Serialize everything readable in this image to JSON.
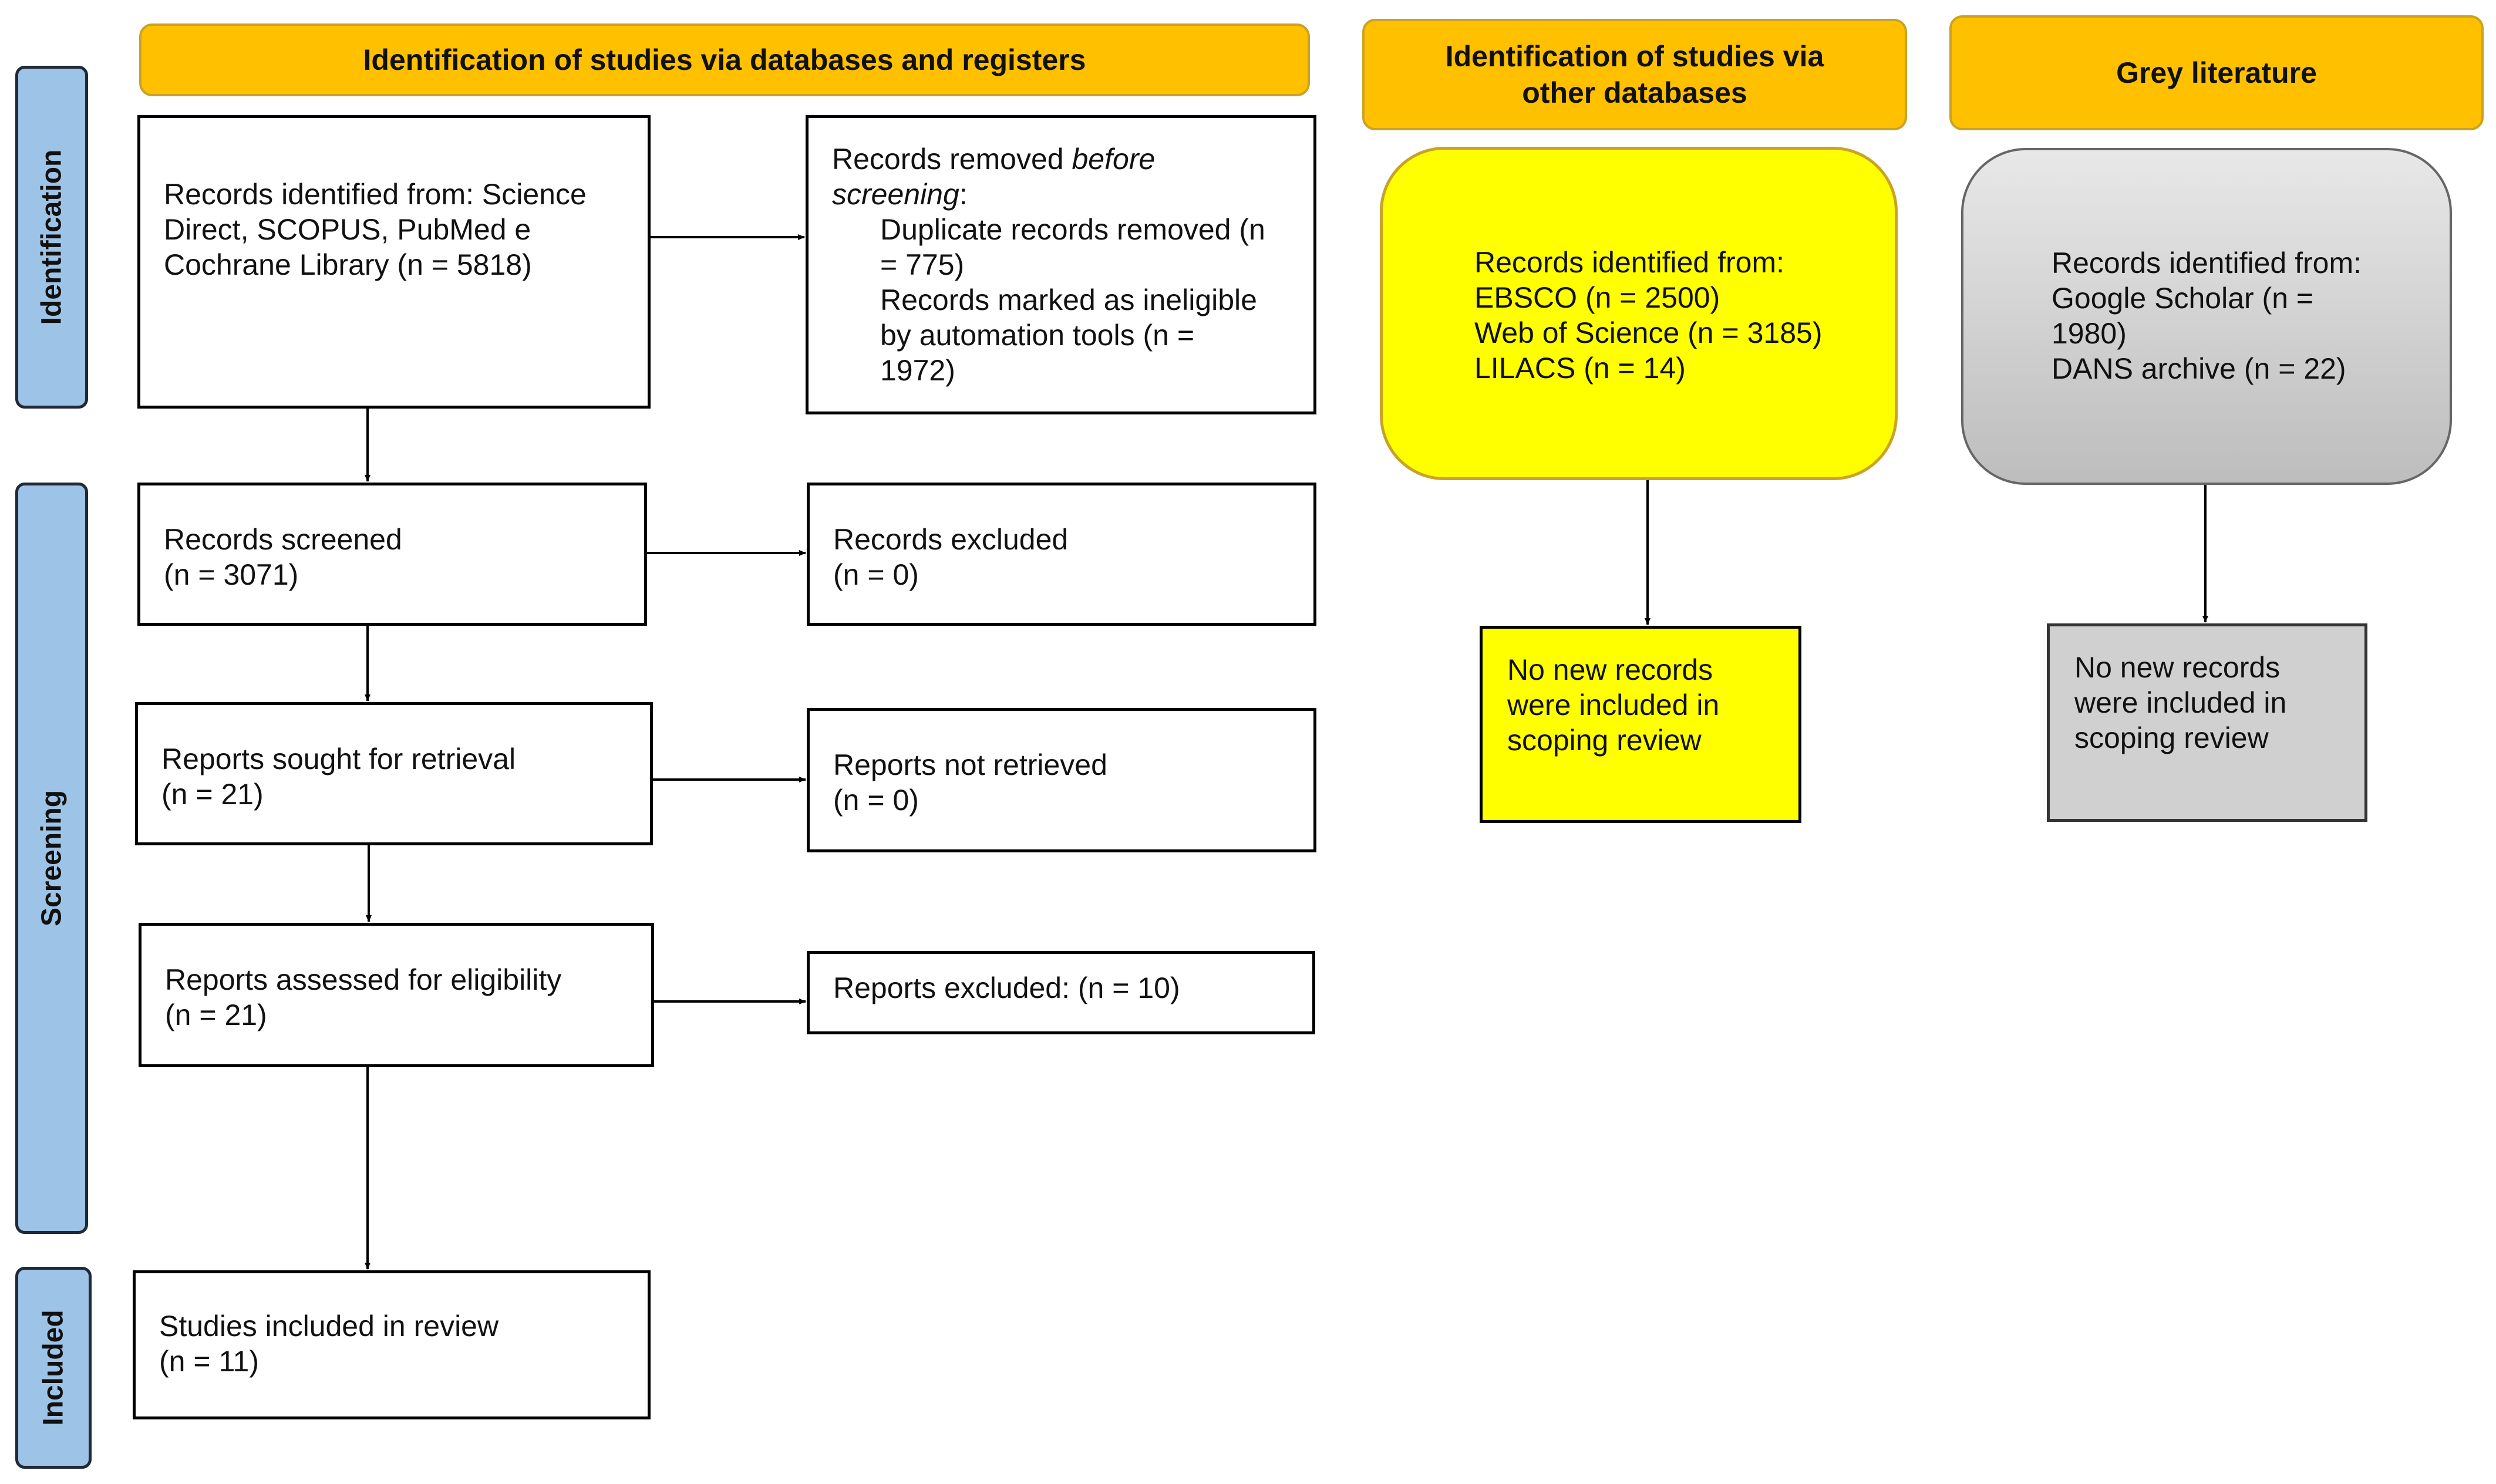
{
  "headers": {
    "databases": "Identification of studies via databases and registers",
    "other_databases": "Identification of studies via other databases",
    "grey": "Grey literature"
  },
  "phases": {
    "identification": "Identification",
    "screening": "Screening",
    "included": "Included"
  },
  "boxes": {
    "records_identified": [
      "Records identified from: Science",
      "Direct, SCOPUS, PubMed e",
      "Cochrane Library (n = 5818)"
    ],
    "removed": {
      "line1": "Records removed ",
      "line1_em": "before",
      "line2_em": "screening",
      "line2_suffix": ":",
      "items": [
        "Duplicate records removed (n",
        "= 775)",
        "Records marked as ineligible",
        "by automation tools (n =",
        "1972)"
      ]
    },
    "screened": [
      "Records screened",
      "(n = 3071)"
    ],
    "excluded": [
      "Records excluded",
      "(n = 0)"
    ],
    "sought": [
      "Reports sought for retrieval",
      "(n = 21)"
    ],
    "not_retrieved": [
      "Reports not retrieved",
      "(n = 0)"
    ],
    "assessed": [
      "Reports assessed for eligibility",
      "(n = 21)"
    ],
    "reports_excluded": "Reports excluded: (n = 10)",
    "included": [
      "Studies included in review",
      "(n = 11)"
    ],
    "other_db": [
      "Records identified from:",
      "EBSCO (n = 2500)",
      "Web of Science (n = 3185)",
      "LILACS (n = 14)"
    ],
    "other_db_result": [
      "No new records",
      "were included in",
      "scoping review"
    ],
    "grey_sources": [
      "Records identified from:",
      "Google Scholar (n =",
      "1980)",
      "DANS archive (n = 22)"
    ],
    "grey_result": [
      "No new records",
      "were included in",
      "scoping review"
    ]
  },
  "colors": {
    "header": "#ffc000",
    "phase": "#9dc3e6",
    "other_db": "#ffff00",
    "grey": "#d0d0d0"
  }
}
